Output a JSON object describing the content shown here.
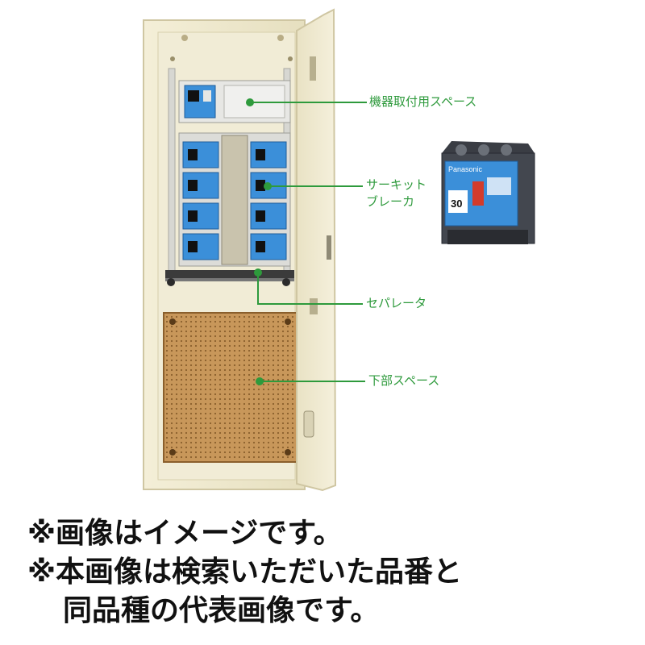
{
  "callouts": {
    "device_space": "機器取付用スペース",
    "circuit_breaker_line1": "サーキット",
    "circuit_breaker_line2": "ブレーカ",
    "separator": "セパレータ",
    "lower_space": "下部スペース"
  },
  "breaker_product": {
    "brand": "Panasonic",
    "rating": "30"
  },
  "notes": {
    "line1": "※画像はイメージです。",
    "line2": "※本画像は検索いただいた品番と",
    "line3": "同品種の代表画像です。"
  },
  "colors": {
    "callout_green": "#2e9a3c",
    "cabinet_cream": "#efe9cf",
    "breaker_blue": "#3b8fd9",
    "board_brown": "#c8975a"
  }
}
